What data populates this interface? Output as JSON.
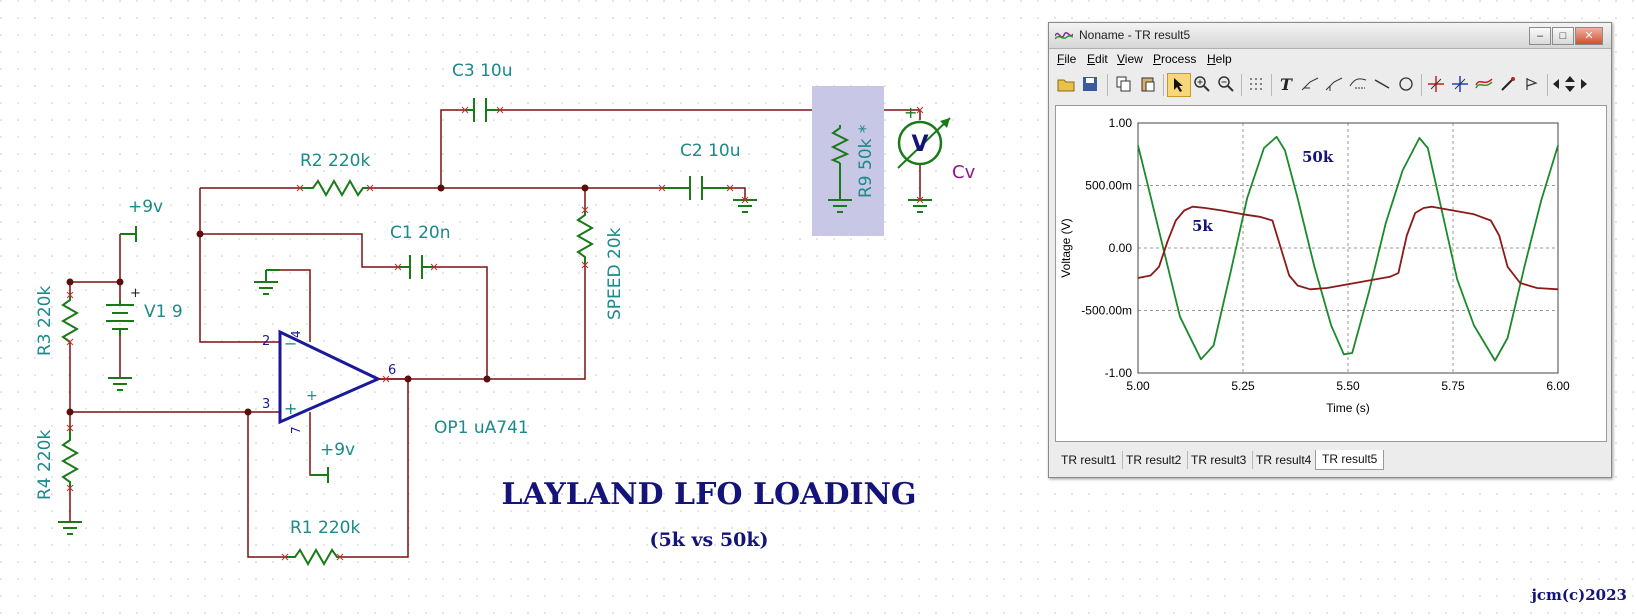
{
  "diagram": {
    "title": "LAYLAND LFO LOADING",
    "subtitle": "(5k vs 50k)",
    "credit": "jcm(c)2023",
    "labels": {
      "c3": "C3 10u",
      "r2": "R2 220k",
      "c2": "C2 10u",
      "c1": "C1 20n",
      "r9": "R9 50k *",
      "speed": "SPEED 20k",
      "r3": "R3 220k",
      "r4": "R4 220k",
      "r1": "R1 220k",
      "v1": "V1 9",
      "op1": "OP1 uA741",
      "vcc_top": "+9v",
      "vcc_op": "+9v",
      "cv": "Cv",
      "meter_letter": "V",
      "meter_plus": "+",
      "v1_plus": "+",
      "pin2": "2",
      "pin3": "3",
      "pin4": "4",
      "pin6": "6",
      "pin7": "7",
      "minus_sign": "−",
      "plus_sign": "+",
      "plus_sign2": "+"
    }
  },
  "window": {
    "title": "Noname - TR result5",
    "menu": [
      "File",
      "Edit",
      "View",
      "Process",
      "Help"
    ],
    "tabs": [
      "TR result1",
      "TR result2",
      "TR result3",
      "TR result4",
      "TR result5"
    ],
    "active_tab": "TR result5",
    "toolbar_glyphs": {
      "text_tool": "T"
    },
    "controls": {
      "minimize": "–",
      "maximize": "□",
      "close": "✕"
    }
  },
  "chart_data": {
    "type": "line",
    "xlabel": "Time (s)",
    "ylabel": "Voltage (V)",
    "xlim": [
      5.0,
      6.0
    ],
    "ylim": [
      -1.0,
      1.0
    ],
    "x_ticks": [
      "5.00",
      "5.25",
      "5.50",
      "5.75",
      "6.00"
    ],
    "y_ticks": [
      "1.00",
      "500.00m",
      "0.00",
      "-500.00m",
      "-1.00"
    ],
    "grid": true,
    "annotations": [
      "50k",
      "5k"
    ],
    "colors": {
      "series_50k": "#1a8a2a",
      "series_5k": "#8b1a1a"
    },
    "series": [
      {
        "name": "50k",
        "x": [
          5.0,
          5.02,
          5.06,
          5.1,
          5.15,
          5.18,
          5.22,
          5.26,
          5.3,
          5.33,
          5.35,
          5.38,
          5.42,
          5.46,
          5.49,
          5.51,
          5.55,
          5.59,
          5.63,
          5.67,
          5.69,
          5.72,
          5.76,
          5.8,
          5.85,
          5.88,
          5.92,
          5.96,
          6.0
        ],
        "y": [
          0.82,
          0.55,
          0.0,
          -0.55,
          -0.89,
          -0.78,
          -0.2,
          0.4,
          0.8,
          0.89,
          0.78,
          0.4,
          -0.15,
          -0.62,
          -0.85,
          -0.84,
          -0.35,
          0.2,
          0.62,
          0.88,
          0.8,
          0.35,
          -0.25,
          -0.62,
          -0.9,
          -0.72,
          -0.15,
          0.38,
          0.82
        ]
      },
      {
        "name": "5k",
        "x": [
          5.0,
          5.03,
          5.05,
          5.07,
          5.09,
          5.11,
          5.13,
          5.16,
          5.2,
          5.25,
          5.29,
          5.32,
          5.34,
          5.36,
          5.38,
          5.41,
          5.45,
          5.5,
          5.55,
          5.6,
          5.62,
          5.64,
          5.66,
          5.68,
          5.7,
          5.75,
          5.8,
          5.84,
          5.86,
          5.88,
          5.91,
          5.95,
          6.0
        ],
        "y": [
          -0.24,
          -0.22,
          -0.15,
          0.05,
          0.22,
          0.3,
          0.33,
          0.32,
          0.3,
          0.27,
          0.25,
          0.22,
          0.0,
          -0.22,
          -0.3,
          -0.33,
          -0.32,
          -0.29,
          -0.26,
          -0.23,
          -0.2,
          0.1,
          0.28,
          0.32,
          0.33,
          0.3,
          0.27,
          0.22,
          0.1,
          -0.15,
          -0.28,
          -0.32,
          -0.33
        ]
      }
    ]
  }
}
